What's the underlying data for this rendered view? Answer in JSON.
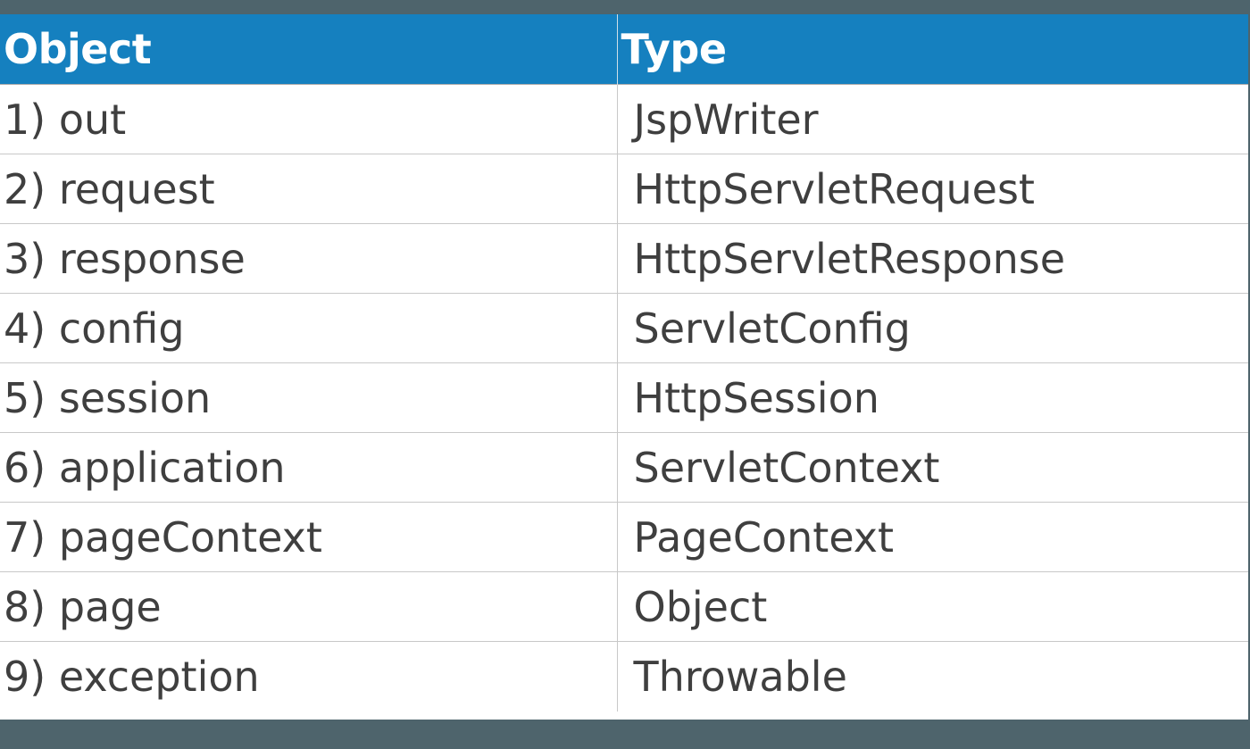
{
  "table": {
    "headers": {
      "object": "Object",
      "type": "Type"
    },
    "rows": [
      {
        "object": "1) out",
        "type": "JspWriter"
      },
      {
        "object": "2) request",
        "type": "HttpServletRequest"
      },
      {
        "object": "3) response",
        "type": "HttpServletResponse"
      },
      {
        "object": "4) config",
        "type": "ServletConfig"
      },
      {
        "object": "5) session",
        "type": "HttpSession"
      },
      {
        "object": "6) application",
        "type": "ServletContext"
      },
      {
        "object": "7) pageContext",
        "type": "PageContext"
      },
      {
        "object": "8) page",
        "type": "Object"
      },
      {
        "object": "9) exception",
        "type": "Throwable"
      }
    ]
  },
  "colors": {
    "header_background": "#1580bf",
    "header_text": "#ffffff",
    "cell_text": "#3f3f3f",
    "page_background": "#4e646c"
  }
}
